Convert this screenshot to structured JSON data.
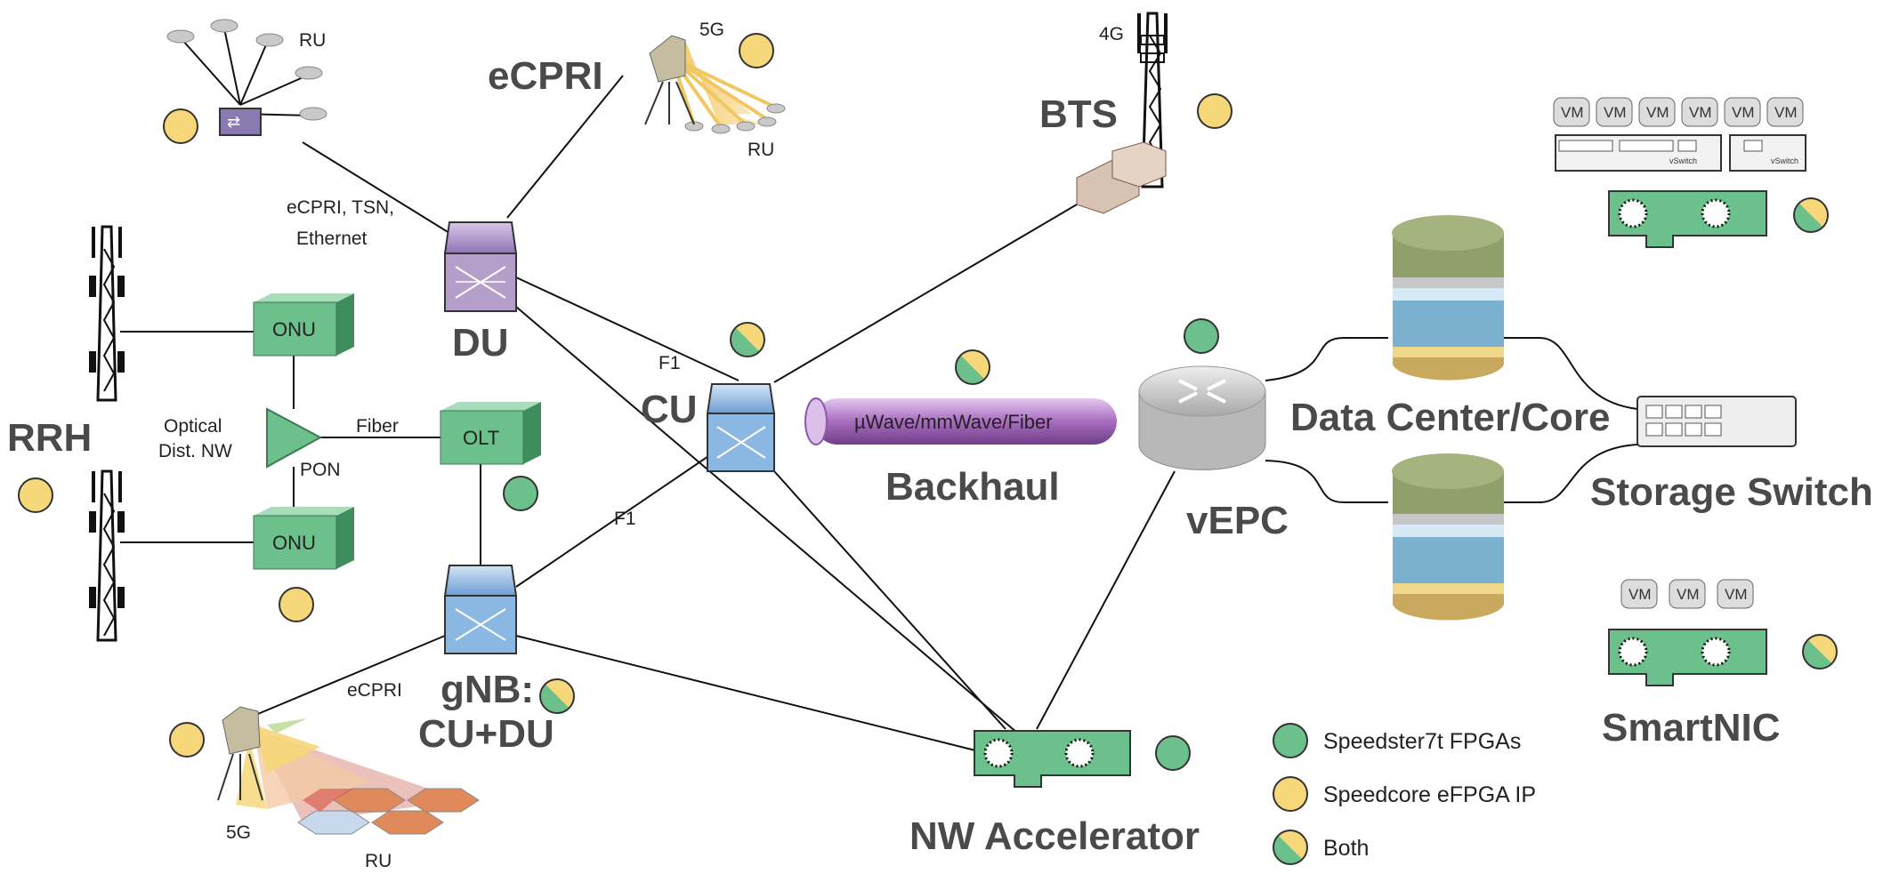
{
  "labels": {
    "ru_top_left": "RU",
    "ecpri_top": "eCPRI",
    "fiveg_top": "5G",
    "ru_top": "RU",
    "fourg": "4G",
    "bts": "BTS",
    "link_ecpri_tsn_1": "eCPRI, TSN,",
    "link_ecpri_tsn_2": "Ethernet",
    "du": "DU",
    "onu_top": "ONU",
    "onu_bottom": "ONU",
    "olt": "OLT",
    "rrh": "RRH",
    "optical_1": "Optical",
    "optical_2": "Dist. NW",
    "fiber": "Fiber",
    "pon": "PON",
    "f1_top": "F1",
    "f1_bottom": "F1",
    "cu": "CU",
    "backhaul_pipe": "µWave/mmWave/Fiber",
    "backhaul": "Backhaul",
    "vepc": "vEPC",
    "data_center": "Data Center/Core",
    "storage_switch": "Storage Switch",
    "smartnic": "SmartNIC",
    "gnb_1": "gNB:",
    "gnb_2": "CU+DU",
    "ecpri_bottom": "eCPRI",
    "fiveg_bottom": "5G",
    "ru_bottom": "RU",
    "nw_accelerator": "NW Accelerator",
    "vswitch": "vSwitch",
    "vm": "VM"
  },
  "legend": [
    {
      "label": "Speedster7t FPGAs",
      "kind": "green"
    },
    {
      "label": "Speedcore eFPGA IP",
      "kind": "yellow"
    },
    {
      "label": "Both",
      "kind": "both"
    }
  ],
  "colors": {
    "green": "#6cc08b",
    "yellow": "#f6d77a",
    "box_green": "#6cc08b",
    "du_purple": "#b49fcb",
    "cu_blue": "#8bb8e2",
    "pipe_purple": "#a86cc0",
    "db_top": "#8fa06a",
    "db_blue": "#7ab0d0",
    "db_gold": "#c9a95e",
    "card_green": "#6cc08b"
  }
}
